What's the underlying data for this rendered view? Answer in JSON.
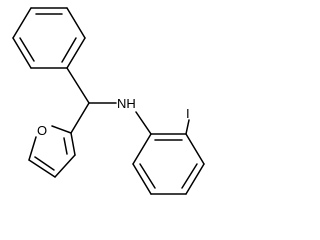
{
  "molecule": {
    "atoms": {
      "nitrogen_label": "NH",
      "oxygen_label": "O",
      "iodine_label": "I"
    },
    "rings": [
      "phenyl",
      "furan-2-yl",
      "2-iodophenyl"
    ],
    "colors": {
      "bond": "#000000",
      "label": "#000000",
      "background": "#ffffff"
    }
  }
}
